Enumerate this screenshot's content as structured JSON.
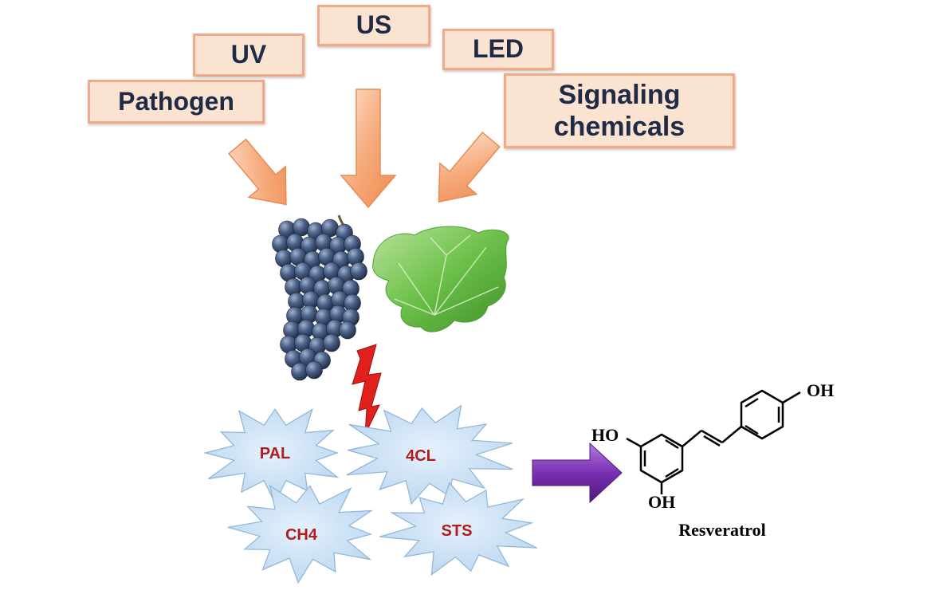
{
  "stimuli": {
    "us": "US",
    "uv": "UV",
    "led": "LED",
    "pathogen": "Pathogen",
    "signaling_line1": "Signaling",
    "signaling_line2": "chemicals"
  },
  "enzymes": {
    "pal": "PAL",
    "fourcl": "4CL",
    "ch4": "CH4",
    "sts": "STS"
  },
  "molecule": {
    "oh_top": "OH",
    "ho_left": "HO",
    "oh_bottom": "OH",
    "name": "Resveratrol"
  },
  "colors": {
    "box_fill": "#fbe3d2",
    "box_border": "#f0a98a",
    "box_text": "#1f2a44",
    "arrow_orange": "#f5a066",
    "enzyme_text": "#b01c1c",
    "burst_fill": "#cfe4f7",
    "product_arrow": "#7a2fb3",
    "lightning": "#e0201b"
  },
  "icons": {
    "grapes": "grape-cluster-image",
    "leaf": "grape-leaf-image",
    "lightning": "lightning-bolt-icon",
    "arrow": "arrow-right-icon"
  }
}
